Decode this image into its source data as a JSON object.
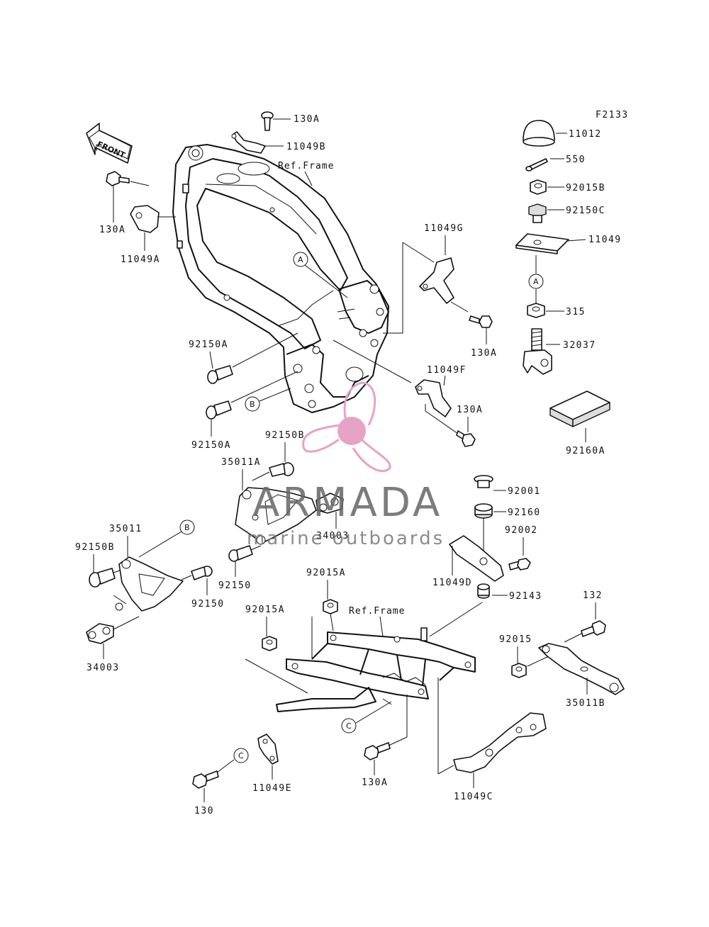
{
  "figure_code": "F2133",
  "front_arrow_label": "FRONT",
  "ref_frame_label": "Ref.Frame",
  "ref_frame_label_lower": "Ref.Frame",
  "ref_markers": {
    "a": "A",
    "b": "B",
    "c": "C"
  },
  "parts": {
    "p130A_top": "130A",
    "p11049B": "11049B",
    "p130A_left": "130A",
    "p11049A": "11049A",
    "p11049G": "11049G",
    "p130A_right1": "130A",
    "p11049F": "11049F",
    "p130A_right2": "130A",
    "p92150A_1": "92150A",
    "p92150A_2": "92150A",
    "p92150B_1": "92150B",
    "p35011A": "35011A",
    "p34003_1": "34003",
    "p35011": "35011",
    "p92150B_2": "92150B",
    "p92150_1": "92150",
    "p92150_2": "92150",
    "p34003_2": "34003",
    "p92015A_1": "92015A",
    "p92015A_2": "92015A",
    "p11012": "11012",
    "p550": "550",
    "p92015B": "92015B",
    "p92150C": "92150C",
    "p11049": "11049",
    "p315": "315",
    "p32037": "32037",
    "p92160A": "92160A",
    "p92001": "92001",
    "p92160": "92160",
    "p92002": "92002",
    "p11049D": "11049D",
    "p92143": "92143",
    "p132": "132",
    "p92015": "92015",
    "p35011B": "35011B",
    "p130A_bottom": "130A",
    "p130": "130",
    "p11049E": "11049E",
    "p11049C": "11049C"
  },
  "watermark": {
    "brand": "ARMADA",
    "tagline": "marine outboards",
    "logo": "propeller-logo",
    "logo_color": "#e7a3c6"
  }
}
